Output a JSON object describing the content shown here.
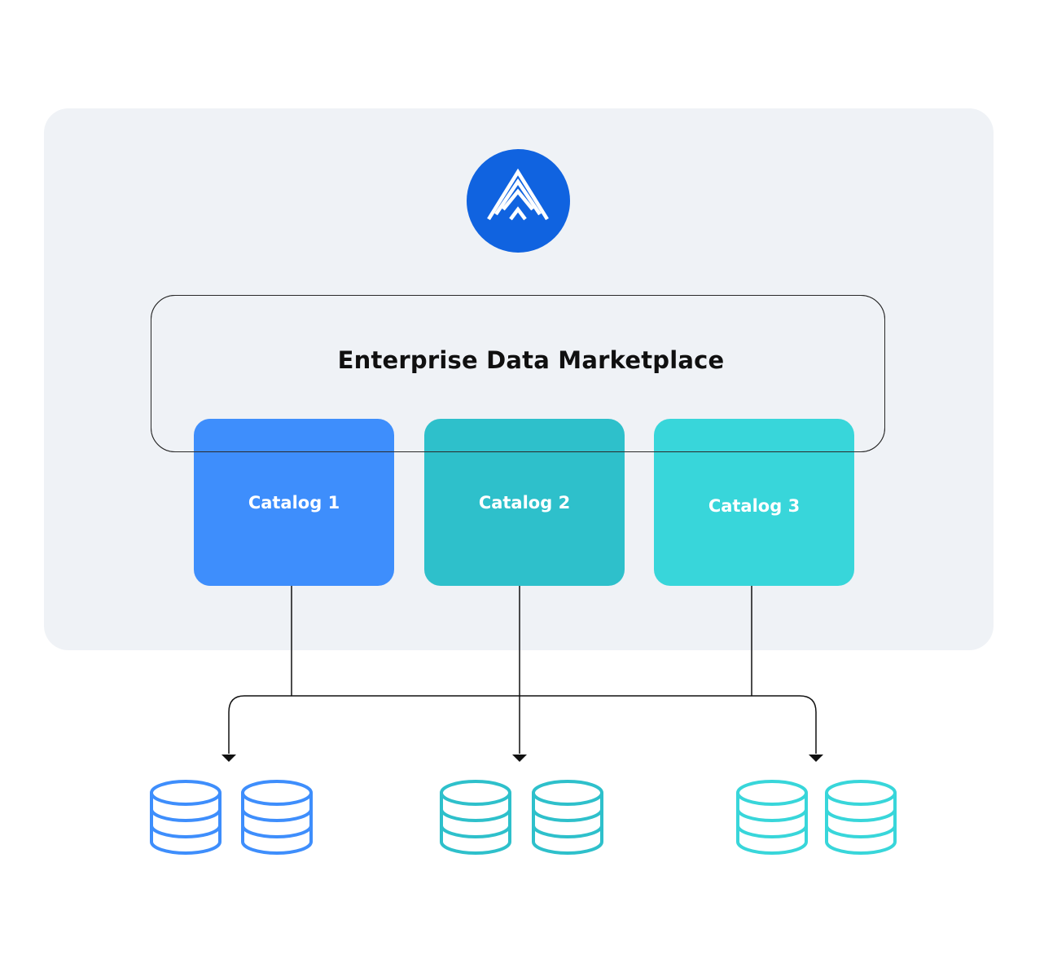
{
  "diagram": {
    "title": "Enterprise Data Marketplace",
    "catalogs": [
      {
        "label": "Catalog 1",
        "color": "#3e8efc"
      },
      {
        "label": "Catalog 2",
        "color": "#2ec0cb"
      },
      {
        "label": "Catalog 3",
        "color": "#38d6da"
      }
    ],
    "database_groups": [
      {
        "color": "#3e8efc"
      },
      {
        "color": "#2ec0cb"
      },
      {
        "color": "#38d6da"
      }
    ],
    "logo": {
      "icon": "mountain-logo-icon",
      "color": "#1063e0"
    }
  }
}
